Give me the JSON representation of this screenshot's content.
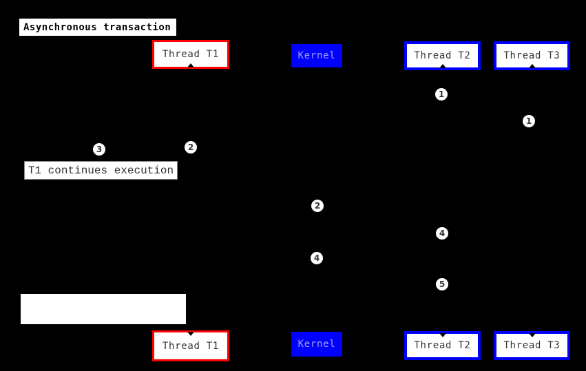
{
  "diagram": {
    "title": "Asynchronous transaction",
    "colors": {
      "background": "#000000",
      "thread_t1_border": "#ff0000",
      "thread_t2_t3_border": "#0000ff",
      "kernel_fill": "#0000ff",
      "kernel_text": "#a0a0fa",
      "actor_text": "#333333",
      "box_background": "#ffffff",
      "badge_background": "#ffffff",
      "badge_text": "#333333"
    },
    "actors_top": [
      {
        "label": "Thread T1"
      },
      {
        "label": "Kernel"
      },
      {
        "label": "Thread T2"
      },
      {
        "label": "Thread T3"
      }
    ],
    "actors_bottom": [
      {
        "label": "Thread T1"
      },
      {
        "label": "Kernel"
      },
      {
        "label": "Thread T2"
      },
      {
        "label": "Thread T3"
      }
    ],
    "markers": [
      {
        "n": "1"
      },
      {
        "n": "1"
      },
      {
        "n": "3"
      },
      {
        "n": "2"
      },
      {
        "n": "2"
      },
      {
        "n": "4"
      },
      {
        "n": "4"
      },
      {
        "n": "5"
      }
    ],
    "notes": [
      {
        "text": "T1 continues execution"
      },
      {
        "text": ""
      }
    ]
  }
}
